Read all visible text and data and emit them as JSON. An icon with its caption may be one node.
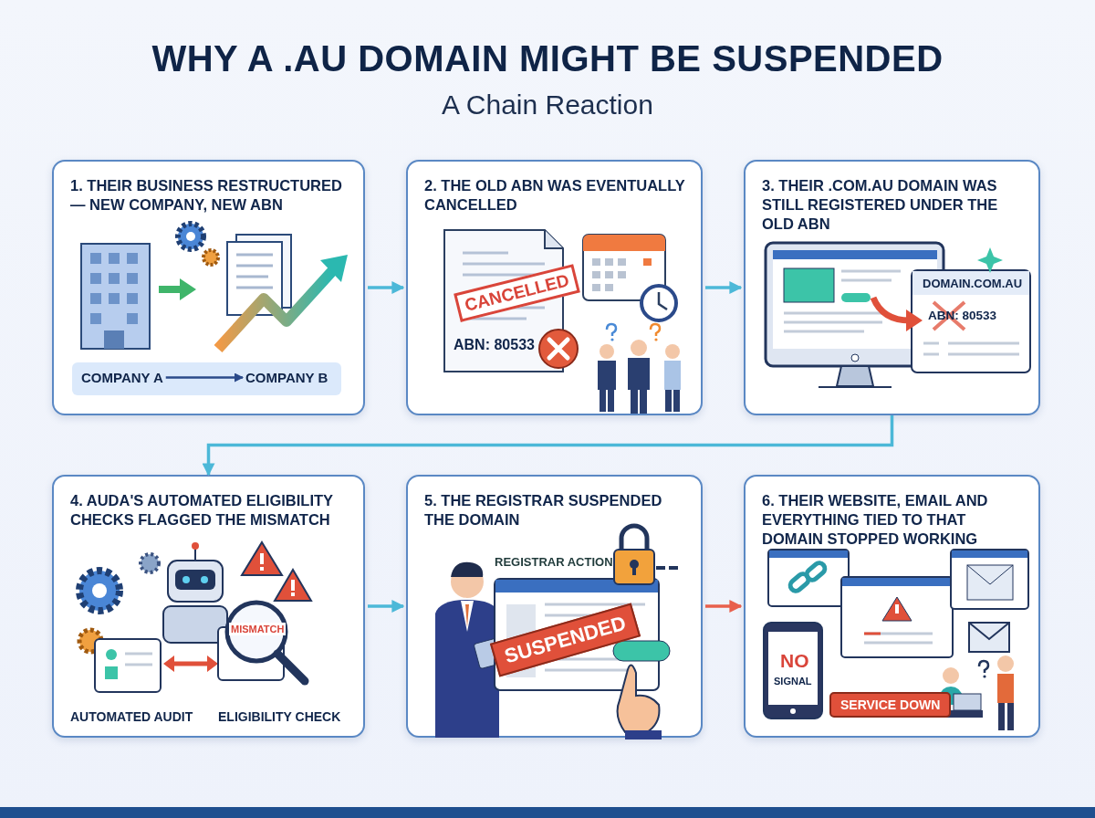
{
  "diagram": {
    "title": "WHY A .AU DOMAIN MIGHT BE SUSPENDED",
    "caption": "A Chain Reaction",
    "nodes": [
      {
        "text": [
          "1. THEIR BUSINESS RESTRUCTURED — NEW COMPANY, NEW ABN"
        ]
      },
      {
        "text": [
          "2. THE OLD ABN WAS EVENTUALLY CANCELLED"
        ]
      },
      {
        "text": [
          "3. THEIR .COM.AU DOMAIN WAS STILL REGISTERED UNDER THE OLD ABN"
        ]
      },
      {
        "text": [
          "4. AUDA'S AUTOMATED ELIGIBILITY CHECKS FLAGGED THE MISMATCH"
        ]
      },
      {
        "text": [
          "5. THE REGISTRAR SUSPENDED THE DOMAIN"
        ]
      },
      {
        "text": [
          "6. THEIR WEBSITE, EMAIL AND EVERYTHING TIED TO THAT DOMAIN STOPPED WORKING"
        ]
      },
      {
        "text": [
          "COMPANY A"
        ],
        "in": 0
      },
      {
        "text": [
          "COMPANY B"
        ],
        "in": 0
      }
    ],
    "edges": [
      {
        "from": 0,
        "to": 1,
        "arrow": "to"
      },
      {
        "from": 1,
        "to": 2,
        "arrow": "to"
      },
      {
        "from": 2,
        "to": 3,
        "arrow": "to"
      },
      {
        "from": 3,
        "to": 4,
        "arrow": "to"
      },
      {
        "from": 4,
        "to": 5,
        "arrow": "to",
        "color": "#e8604c"
      },
      {
        "from": 6,
        "to": 7,
        "arrow": "to",
        "color": "#2b4a8a"
      }
    ],
    "labels": [
      "CANCELLED",
      "ABN: 80533",
      "DOMAIN.COM.AU",
      "ABN: 80533",
      "MISMATCH",
      "AUTOMATED AUDIT",
      "ELIGIBILITY CHECK",
      "REGISTRAR ACTION",
      "SUSPENDED",
      "NO",
      "SIGNAL",
      "SERVICE DOWN"
    ]
  }
}
